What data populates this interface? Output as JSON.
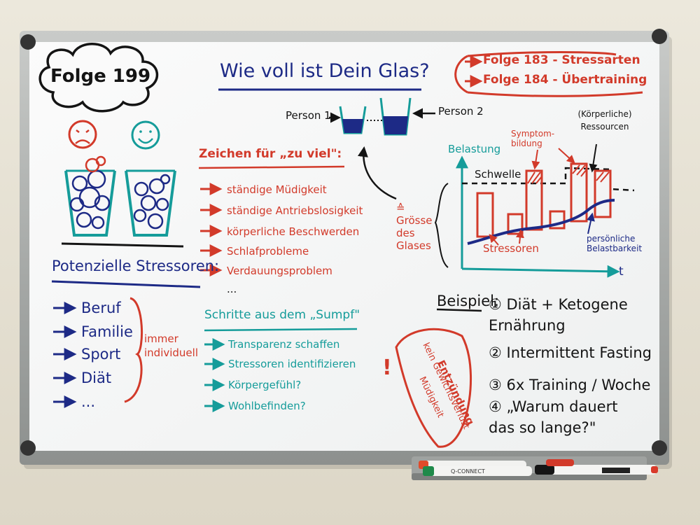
{
  "header": {
    "episode": "Folge 199",
    "title": "Wie voll ist Dein Glas?",
    "refs": [
      "Folge 183 - Stressarten",
      "Folge 184 - Übertraining"
    ]
  },
  "glasses": {
    "person1": "Person 1",
    "person2": "Person 2",
    "size_note": "≙ Grösse des Glases"
  },
  "signs": {
    "title": "Zeichen für „zu viel\":",
    "items": [
      "ständige Müdigkeit",
      "ständige Antriebslosigkeit",
      "körperliche Beschwerden",
      "Schlafprobleme",
      "Verdauungsproblem"
    ],
    "more": "..."
  },
  "stressors": {
    "title": "Potenzielle Stressoren:",
    "items": [
      "Beruf",
      "Familie",
      "Sport",
      "Diät",
      "..."
    ],
    "note": "immer individuell"
  },
  "steps": {
    "title": "Schritte aus dem „Sumpf\"",
    "items": [
      "Transparenz schaffen",
      "Stressoren identifizieren",
      "Körpergefühl?",
      "Wohlbefinden?"
    ]
  },
  "chart": {
    "y_label": "Belastung",
    "x_label": "t",
    "threshold_label": "Schwelle",
    "symptom_label": "Symptom-bildung",
    "resources_label": "(Körperliche) Ressourcen",
    "stressors_label": "Stressoren",
    "capacity_label": "persönliche Belastbarkeit"
  },
  "example": {
    "title": "Beispiel:",
    "items": [
      "① Diät + Ketogene Ernährung",
      "② Intermittent Fasting",
      "③ 6x Training / Woche",
      "④ „Warum dauert das so lange?\""
    ]
  },
  "inflammation": {
    "mark": "!",
    "lines": [
      "Entzündung",
      "kein Gewichtsverlust",
      "Müdigkeit"
    ]
  },
  "markers": {
    "brand": "Q-CONNECT"
  },
  "colors": {
    "red": "#d23a2a",
    "blue": "#1d2a86",
    "teal": "#159c9a",
    "black": "#141414"
  }
}
